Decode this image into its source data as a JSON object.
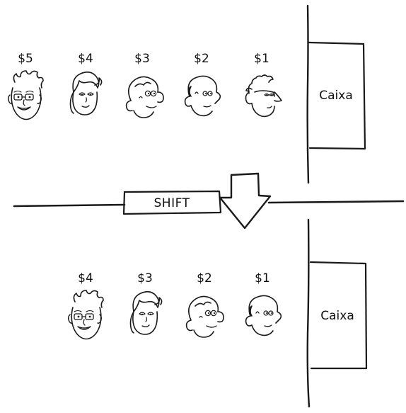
{
  "top_queue": {
    "customers": [
      {
        "price": "$5",
        "face": "glasses-smiling-face-icon"
      },
      {
        "price": "$4",
        "face": "woman-face-icon"
      },
      {
        "price": "$3",
        "face": "big-nose-face-icon"
      },
      {
        "price": "$2",
        "face": "bald-face-icon"
      },
      {
        "price": "$1",
        "face": "spiky-hair-face-icon"
      }
    ],
    "register_label": "Caixa"
  },
  "operation_label": "SHIFT",
  "bottom_queue": {
    "customers": [
      {
        "price": "$4",
        "face": "glasses-smiling-face-icon"
      },
      {
        "price": "$3",
        "face": "woman-face-icon"
      },
      {
        "price": "$2",
        "face": "big-nose-face-icon"
      },
      {
        "price": "$1",
        "face": "bald-face-icon"
      }
    ],
    "register_label": "Caixa"
  }
}
